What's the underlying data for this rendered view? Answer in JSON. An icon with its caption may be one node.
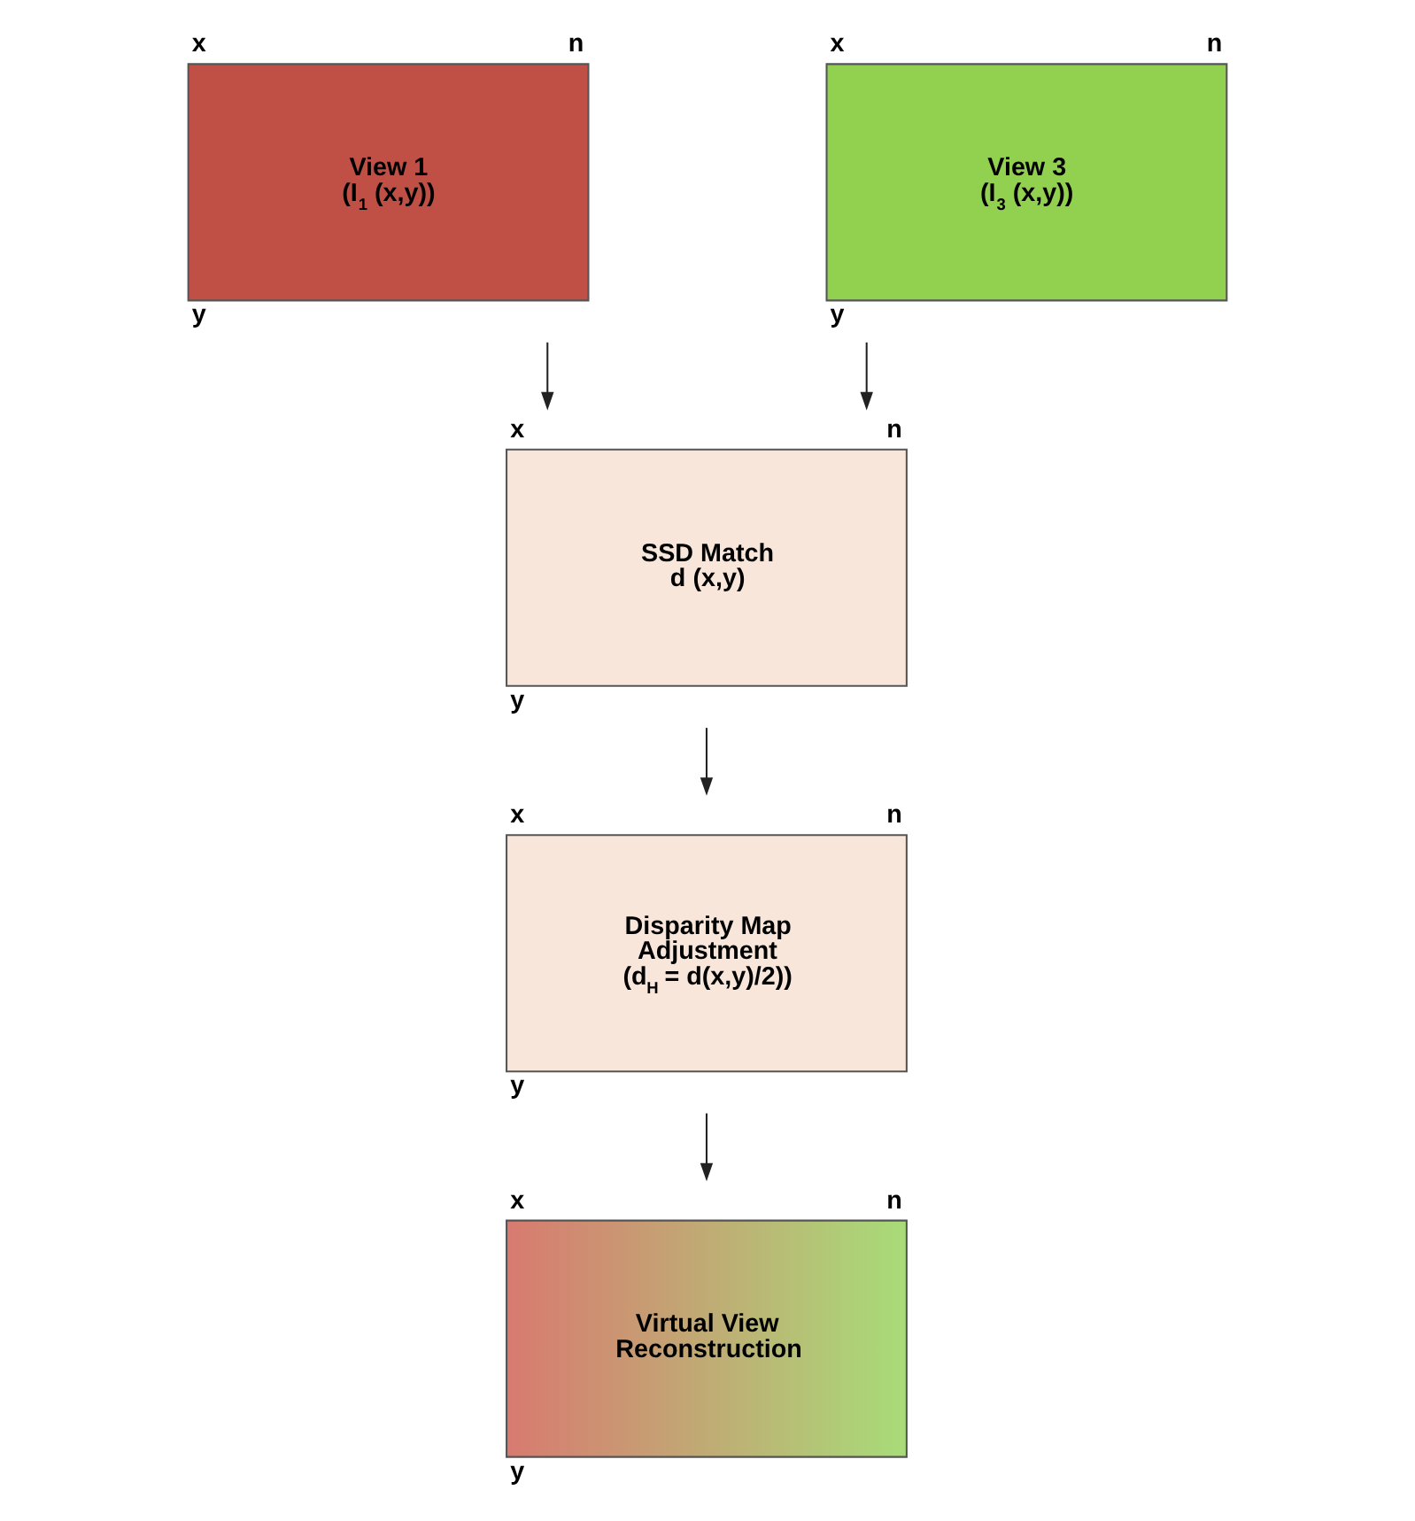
{
  "diagram": {
    "nodes": [
      {
        "text": [
          "View 1",
          "(I$_{1}$ (x,y))"
        ],
        "beside": [
          "x",
          "n",
          "y"
        ]
      },
      {
        "text": [
          "View 3",
          "(I$_{3}$ (x,y))"
        ],
        "beside": [
          "x",
          "n",
          "y"
        ]
      },
      {
        "text": [
          "SSD Match",
          "d (x,y)"
        ],
        "beside": [
          "x",
          "n",
          "y"
        ]
      },
      {
        "text": [
          "Disparity Map Adjustment",
          "(d$_{H}$ = d(x,y)/2))"
        ],
        "beside": [
          "x",
          "n",
          "y"
        ]
      },
      {
        "text": [
          "Virtual View Reconstruction"
        ],
        "beside": [
          "x",
          "n",
          "y"
        ]
      }
    ],
    "edges": [
      {
        "from": 0,
        "to": 2,
        "arrow": "to"
      },
      {
        "from": 1,
        "to": 2,
        "arrow": "to"
      },
      {
        "from": 2,
        "to": 3,
        "arrow": "to"
      },
      {
        "from": 3,
        "to": 4,
        "arrow": "to"
      }
    ]
  }
}
